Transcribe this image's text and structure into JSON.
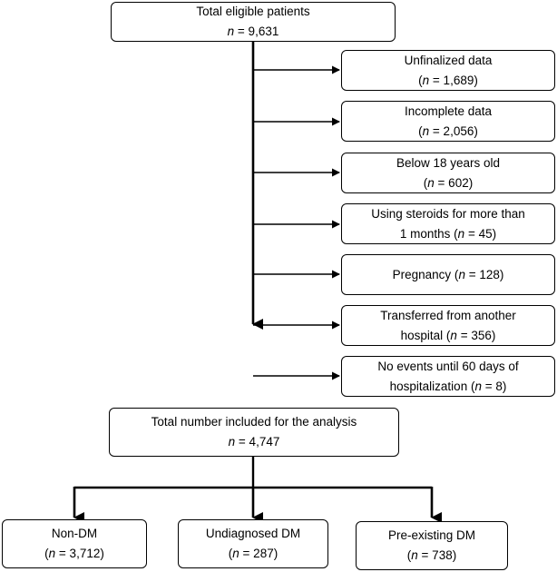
{
  "top": {
    "line1": "Total eligible patients",
    "line2": "= 9,631"
  },
  "exclusions": [
    {
      "line1": "Unfinalized data",
      "line2_pre": "(",
      "line2_post": " = 1,689)"
    },
    {
      "line1": "Incomplete data",
      "line2_pre": "(",
      "line2_post": " = 2,056)"
    },
    {
      "line1": "Below 18 years old",
      "line2_pre": "(",
      "line2_post": " = 602)"
    },
    {
      "line1": "Using steroids for more than",
      "line2_pre": "1 months (",
      "line2_post": " = 45)"
    },
    {
      "line1": "",
      "line2_pre": "Pregnancy (",
      "line2_post": " = 128)"
    },
    {
      "line1": "Transferred from another",
      "line2_pre": "hospital (",
      "line2_post": " = 356)"
    },
    {
      "line1": "No events until 60 days of",
      "line2_pre": "hospitalization (",
      "line2_post": " = 8)"
    }
  ],
  "included": {
    "line1": "Total number included for the analysis",
    "line2": "= 4,747"
  },
  "groups": [
    {
      "line1": "Non-DM",
      "line2_pre": "(",
      "line2_post": " = 3,712)"
    },
    {
      "line1": "Undiagnosed DM",
      "line2_pre": "(",
      "line2_post": " = 287)"
    },
    {
      "line1": "Pre-existing DM",
      "line2_pre": "(",
      "line2_post": " = 738)"
    }
  ],
  "n_symbol": "n"
}
